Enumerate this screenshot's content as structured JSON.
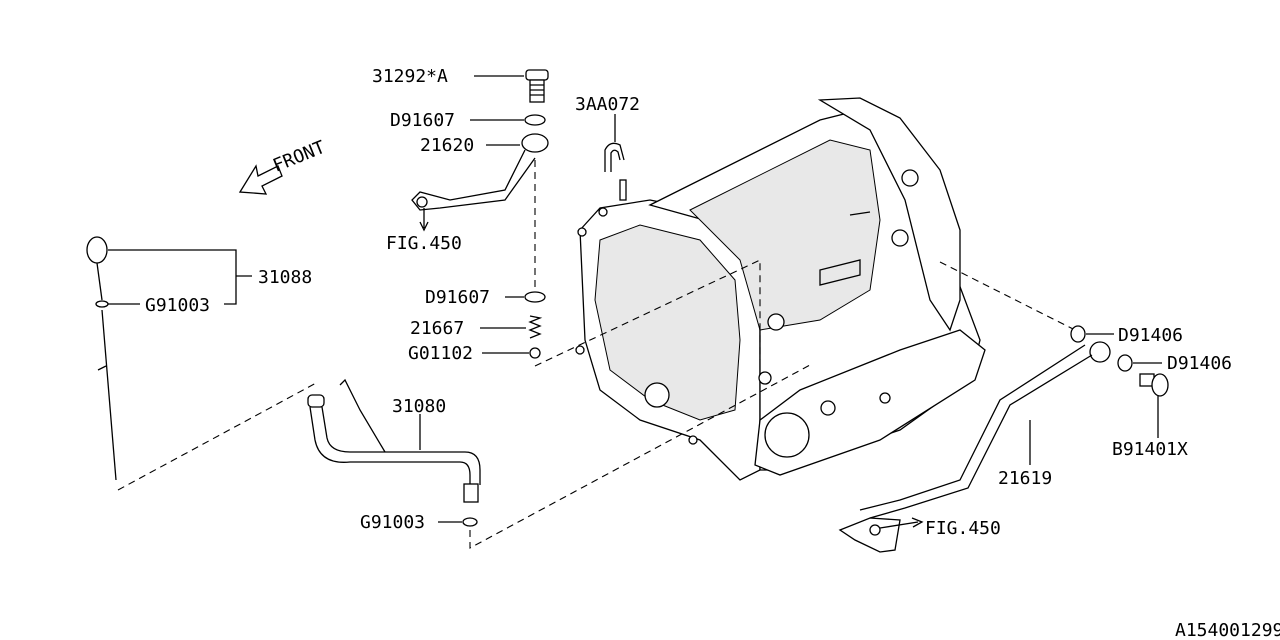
{
  "diagram": {
    "direction_label": "FRONT",
    "diagram_id": "A154001299",
    "callouts": {
      "plug_31292": "31292*A",
      "washer_d91607_top": "D91607",
      "pipe_21620": "21620",
      "hose_3aa072": "3AA072",
      "fig_ref_left": "FIG.450",
      "gauge_31088": "31088",
      "oring_g91003_top": "G91003",
      "washer_d91607_mid": "D91607",
      "spring_21667": "21667",
      "ball_g01102": "G01102",
      "pipe_31080": "31080",
      "oring_g91003_bottom": "G91003",
      "washer_d91406_a": "D91406",
      "washer_d91406_b": "D91406",
      "bolt_b91401x": "B91401X",
      "pipe_21619": "21619",
      "fig_ref_right": "FIG.450"
    }
  }
}
